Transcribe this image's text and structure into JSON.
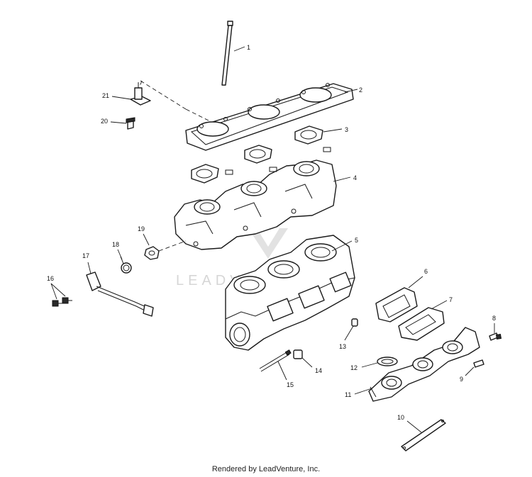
{
  "footer": {
    "text": "Rendered by LeadVenture, Inc."
  },
  "watermark": {
    "text": "LEADVENTURE"
  },
  "callouts": {
    "c1": "1",
    "c2": "2",
    "c3": "3",
    "c4": "4",
    "c5": "5",
    "c6": "6",
    "c7": "7",
    "c8": "8",
    "c9": "9",
    "c10": "10",
    "c11": "11",
    "c12": "12",
    "c13": "13",
    "c14": "14",
    "c15": "15",
    "c16": "16",
    "c17": "17",
    "c18": "18",
    "c19": "19",
    "c20": "20",
    "c21": "21"
  }
}
